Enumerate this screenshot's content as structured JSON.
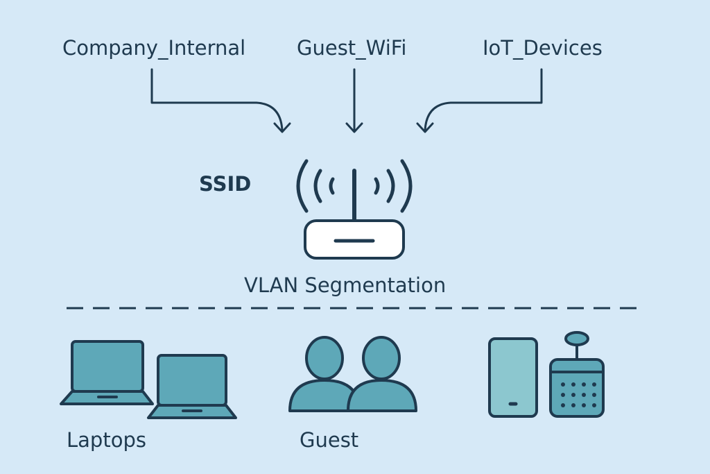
{
  "ssids": [
    {
      "name": "Company_Internal"
    },
    {
      "name": "Guest_WiFi"
    },
    {
      "name": "IoT_Devices"
    }
  ],
  "router": {
    "ssid_label": "SSID",
    "vlan_label": "VLAN Segmentation"
  },
  "groups": [
    {
      "label": "Laptops"
    },
    {
      "label": "Guest"
    },
    {
      "label": ""
    }
  ],
  "colors": {
    "background": "#d6e9f7",
    "stroke": "#1f3a4f",
    "device_fill": "#5ea8b8",
    "device_fill_light": "#8cc7cf",
    "router_body": "#ffffff"
  }
}
